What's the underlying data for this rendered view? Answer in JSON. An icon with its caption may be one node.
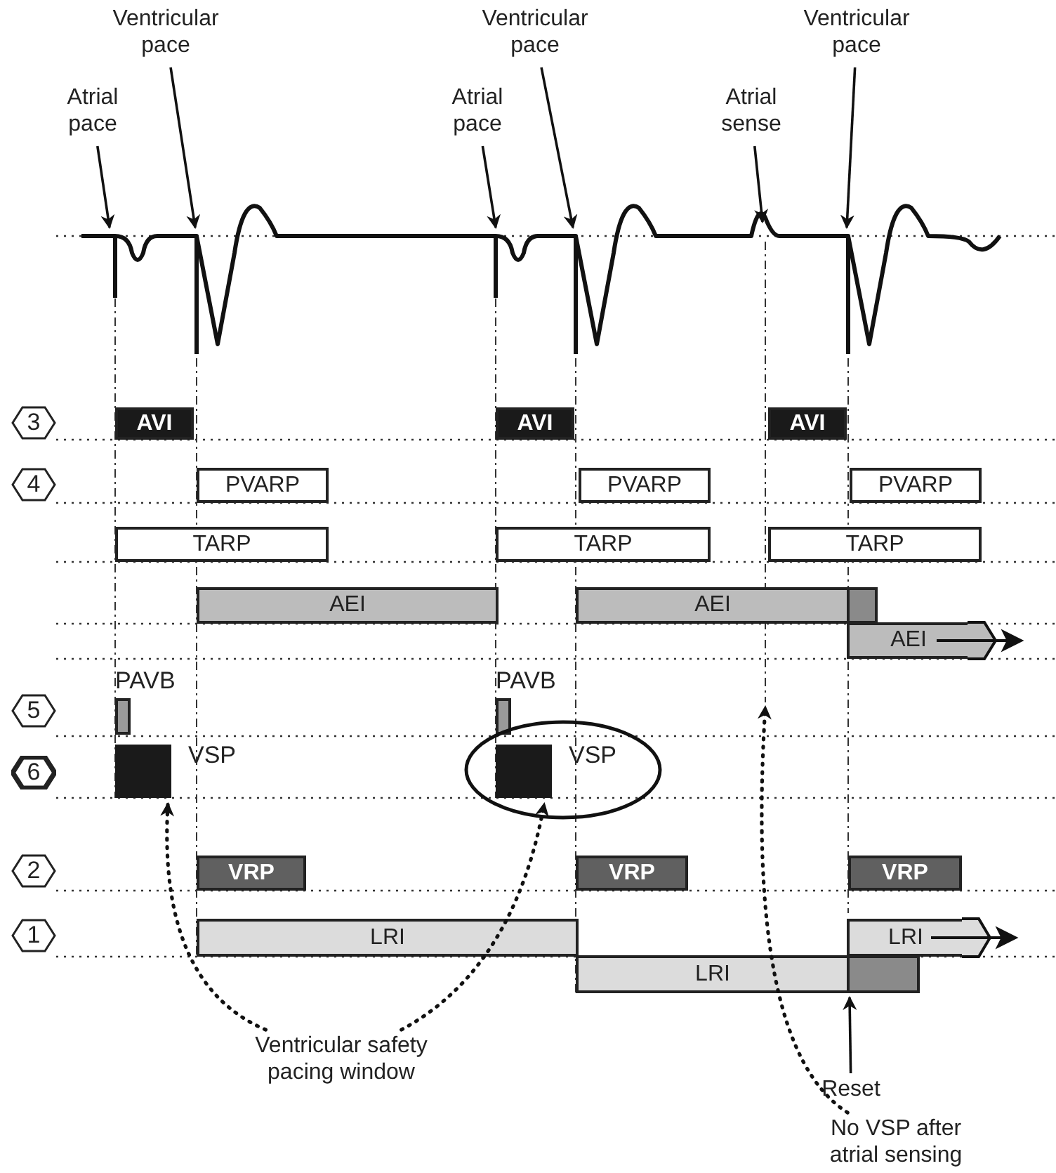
{
  "diagram": {
    "nodes": [
      {
        "text": [
          "Ventricular pace"
        ]
      },
      {
        "text": [
          "Ventricular pace"
        ]
      },
      {
        "text": [
          "Ventricular pace"
        ]
      },
      {
        "text": [
          "Atrial pace"
        ]
      },
      {
        "text": [
          "Atrial pace"
        ]
      },
      {
        "text": [
          "Atrial sense"
        ]
      },
      {
        "text": [
          "3"
        ]
      },
      {
        "text": [
          "AVI"
        ]
      },
      {
        "text": [
          "AVI"
        ]
      },
      {
        "text": [
          "AVI"
        ]
      },
      {
        "text": [
          "4"
        ]
      },
      {
        "text": [
          "PVARP"
        ]
      },
      {
        "text": [
          "PVARP"
        ]
      },
      {
        "text": [
          "PVARP"
        ]
      },
      {
        "text": [
          "TARP"
        ]
      },
      {
        "text": [
          "TARP"
        ]
      },
      {
        "text": [
          "TARP"
        ]
      },
      {
        "text": [
          "AEI"
        ]
      },
      {
        "text": [
          "AEI"
        ]
      },
      {
        "text": [],
        "shape": "bar"
      },
      {
        "text": [
          "AEI"
        ]
      },
      {
        "text": [
          "5"
        ]
      },
      {
        "text": [
          "PAVB"
        ]
      },
      {
        "text": [
          "PAVB"
        ]
      },
      {
        "text": [
          "6"
        ]
      },
      {
        "text": [
          "VSP"
        ]
      },
      {
        "text": [],
        "shape": "ellipse"
      },
      {
        "text": [
          "VSP"
        ],
        "in": 26
      },
      {
        "text": [
          "2"
        ]
      },
      {
        "text": [
          "VRP"
        ]
      },
      {
        "text": [
          "VRP"
        ]
      },
      {
        "text": [
          "VRP"
        ]
      },
      {
        "text": [
          "1"
        ]
      },
      {
        "text": [
          "LRI"
        ]
      },
      {
        "text": [
          "LRI"
        ]
      },
      {
        "text": [],
        "shape": "bar"
      },
      {
        "text": [
          "LRI"
        ]
      },
      {
        "text": [
          "Ventricular safety pacing window"
        ]
      },
      {
        "text": [
          "Reset"
        ]
      },
      {
        "text": [
          "No VSP after atrial sensing"
        ]
      }
    ],
    "edges": [
      {
        "from": 3,
        "to": null,
        "arrow": "to"
      },
      {
        "from": 0,
        "to": null,
        "arrow": "to"
      },
      {
        "from": 4,
        "to": null,
        "arrow": "to"
      },
      {
        "from": 1,
        "to": null,
        "arrow": "to"
      },
      {
        "from": 5,
        "to": null,
        "arrow": "to"
      },
      {
        "from": 2,
        "to": null,
        "arrow": "to"
      },
      {
        "from": 37,
        "to": 25,
        "arrow": "to",
        "style": "dashed"
      },
      {
        "from": 37,
        "to": 27,
        "arrow": "to",
        "style": "dashed"
      },
      {
        "from": 39,
        "to": null,
        "arrow": "to",
        "style": "dashed"
      },
      {
        "from": 38,
        "to": 35,
        "arrow": "to"
      }
    ]
  }
}
